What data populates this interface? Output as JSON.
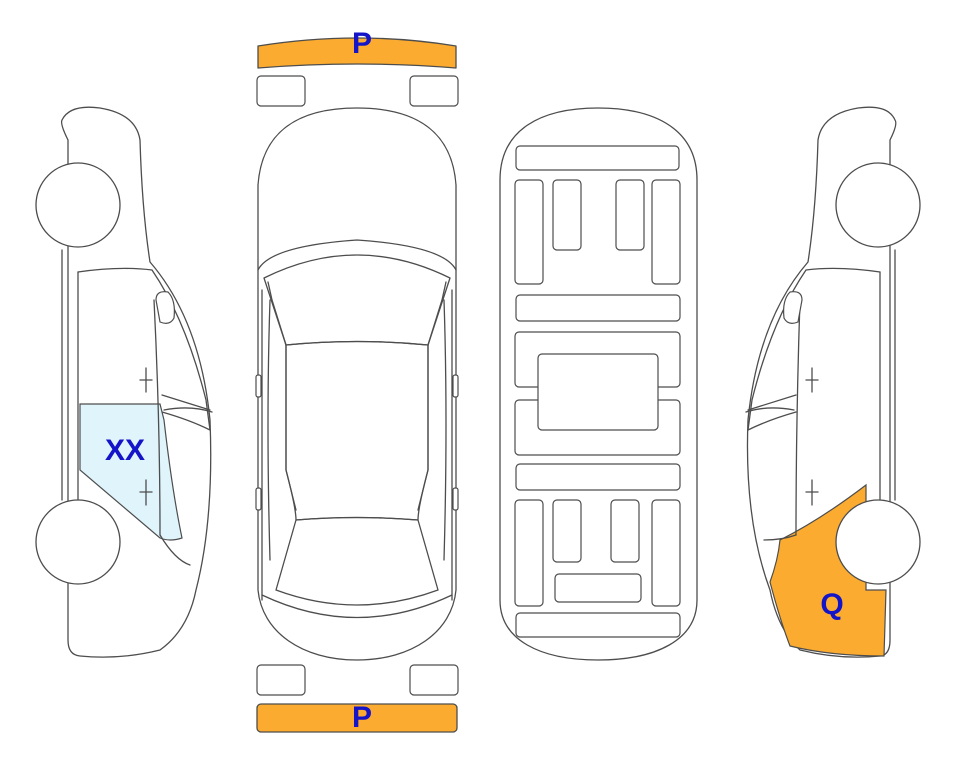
{
  "colors": {
    "damage_orange": "#fbab2f",
    "glass_highlight": "#dff4fb",
    "label_blue": "#1414c8",
    "outline": "#4d4d4d"
  },
  "markers": {
    "front_bumper": {
      "label": "P",
      "state": "marked"
    },
    "rear_bumper": {
      "label": "P",
      "state": "marked"
    },
    "left_front_window": {
      "label": "XX",
      "state": "marked"
    },
    "right_rear_quarter": {
      "label": "Q",
      "state": "marked"
    }
  }
}
